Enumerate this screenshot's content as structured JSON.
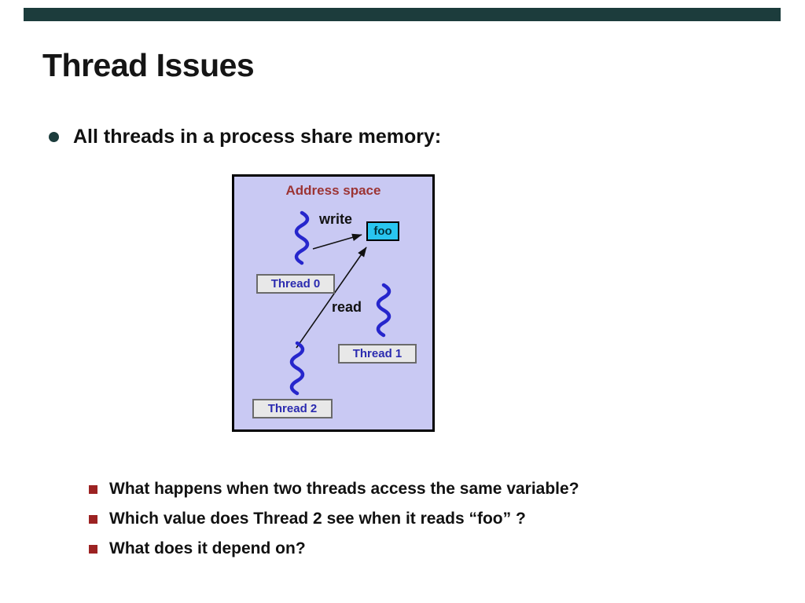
{
  "slide": {
    "title": "Thread Issues",
    "bullet": "All threads in a process share memory:"
  },
  "diagram": {
    "title": "Address space",
    "write_label": "write",
    "read_label": "read",
    "foo_label": "foo",
    "thread0": "Thread 0",
    "thread1": "Thread 1",
    "thread2": "Thread 2"
  },
  "questions": [
    {
      "text": "What happens when two threads access the same variable?"
    },
    {
      "text": "Which value does Thread 2 see when it reads “foo” ?"
    },
    {
      "text": "What does it depend on?"
    }
  ],
  "colors": {
    "bar": "#1c3c3c",
    "title_text": "#151515",
    "bullet_dot": "#1c3c3c",
    "diagram_bg": "#c9c9f3",
    "diagram_border": "#000000",
    "diagram_title": "#9c3434",
    "foo_bg": "#29c5f0",
    "thread_box_bg": "#e8e8e8",
    "thread_text": "#2b2bb0",
    "squiggle": "#2626cc",
    "arrow": "#111111",
    "question_bullet": "#9c2222"
  }
}
